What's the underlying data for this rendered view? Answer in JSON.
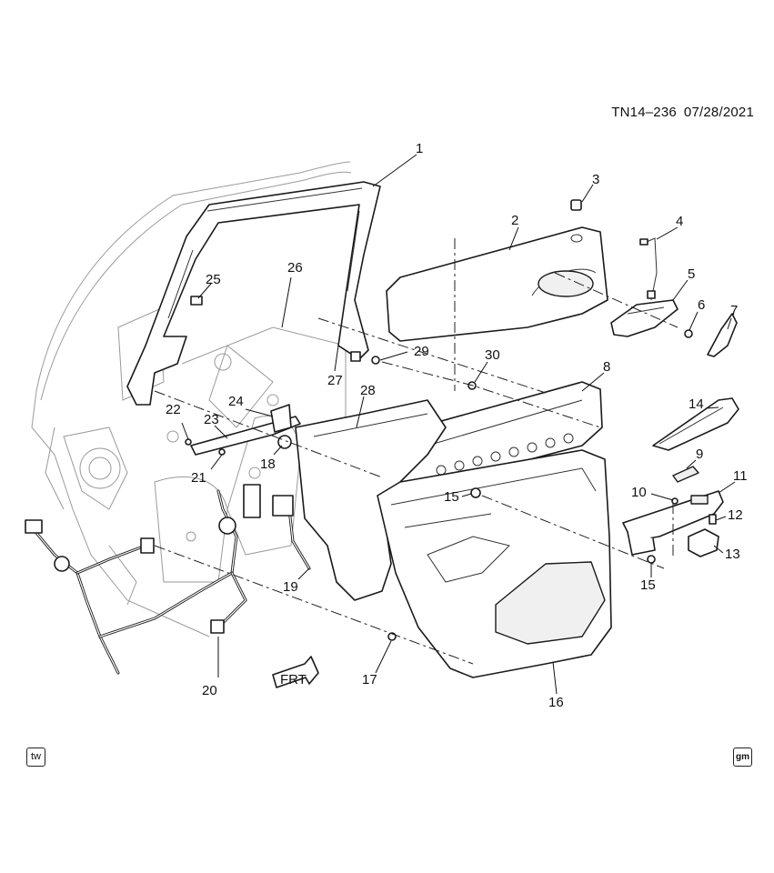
{
  "header": {
    "code": "TN14–236",
    "date": "07/28/2021"
  },
  "callouts": [
    "1",
    "2",
    "3",
    "4",
    "5",
    "6",
    "7",
    "8",
    "9",
    "10",
    "11",
    "12",
    "13",
    "14",
    "15",
    "15",
    "16",
    "17",
    "18",
    "19",
    "20",
    "21",
    "22",
    "23",
    "24",
    "25",
    "26",
    "27",
    "28",
    "29",
    "30"
  ],
  "front_arrow": "FRT",
  "badges": {
    "left": "tw",
    "right": "gm"
  }
}
